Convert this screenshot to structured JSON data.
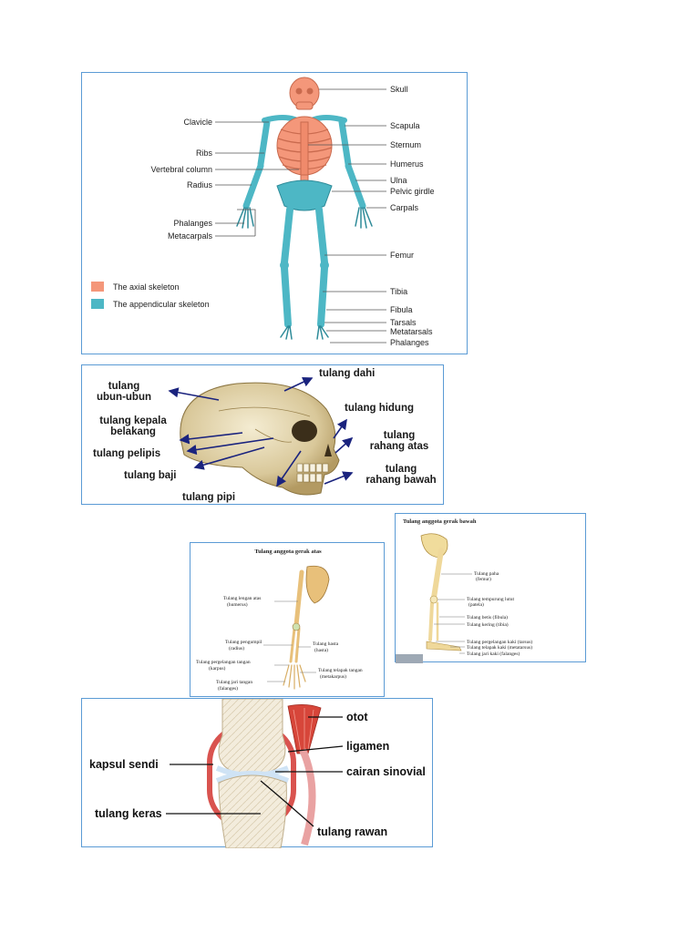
{
  "skeleton": {
    "labels_left": [
      "Clavicle",
      "Ribs",
      "Vertebral column",
      "Radius",
      "Phalanges",
      "Metacarpals"
    ],
    "labels_right": [
      "Skull",
      "Scapula",
      "Sternum",
      "Humerus",
      "Ulna",
      "Pelvic girdle",
      "Carpals",
      "Femur",
      "Tibia",
      "Fibula",
      "Tarsals",
      "Metatarsals",
      "Phalanges"
    ],
    "legend": [
      {
        "label": "The axial skeleton",
        "color": "#f4977a"
      },
      {
        "label": "The appendicular skeleton",
        "color": "#4db7c5"
      }
    ]
  },
  "skull": {
    "labels": [
      [
        "tulang",
        "ubun-ubun"
      ],
      [
        "tulang dahi"
      ],
      [
        "tulang hidung"
      ],
      [
        "tulang kepala",
        "belakang"
      ],
      [
        "tulang",
        "rahang atas"
      ],
      [
        "tulang pelipis"
      ],
      [
        "tulang baji"
      ],
      [
        "tulang",
        "rahang bawah"
      ],
      [
        "tulang pipi"
      ]
    ]
  },
  "upper_limb": {
    "title": "Tulang anggota gerak atas",
    "labels": [
      [
        "Tulang lengan atas",
        "(humerus)"
      ],
      [
        "Tulang pengumpil",
        "(radius)"
      ],
      [
        "Tulang hasta",
        "(hasta)"
      ],
      [
        "Tulang pergelangan tangan",
        "(karpus)"
      ],
      [
        "Tulang telapak tangan",
        "(metakarpus)"
      ],
      [
        "Tulang jari tangan",
        "(falanges)"
      ]
    ]
  },
  "lower_limb": {
    "title": "Tulang anggota gerak bawah",
    "labels": [
      [
        "Tulang paha",
        "(femur)"
      ],
      [
        "Tulang tempurung lutut",
        "(patela)"
      ],
      [
        "Tulang betis (fibula)"
      ],
      [
        "Tulang kering (tibia)"
      ],
      [
        "Tulang pergelangan kaki (tarsus)"
      ],
      [
        "Tulang telapak kaki (metatarsus)"
      ],
      [
        "Tulang jari kaki (falanges)"
      ]
    ]
  },
  "joint": {
    "labels": [
      "otot",
      "ligamen",
      "kapsul sendi",
      "cairan sinovial",
      "tulang keras",
      "tulang rawan"
    ]
  }
}
